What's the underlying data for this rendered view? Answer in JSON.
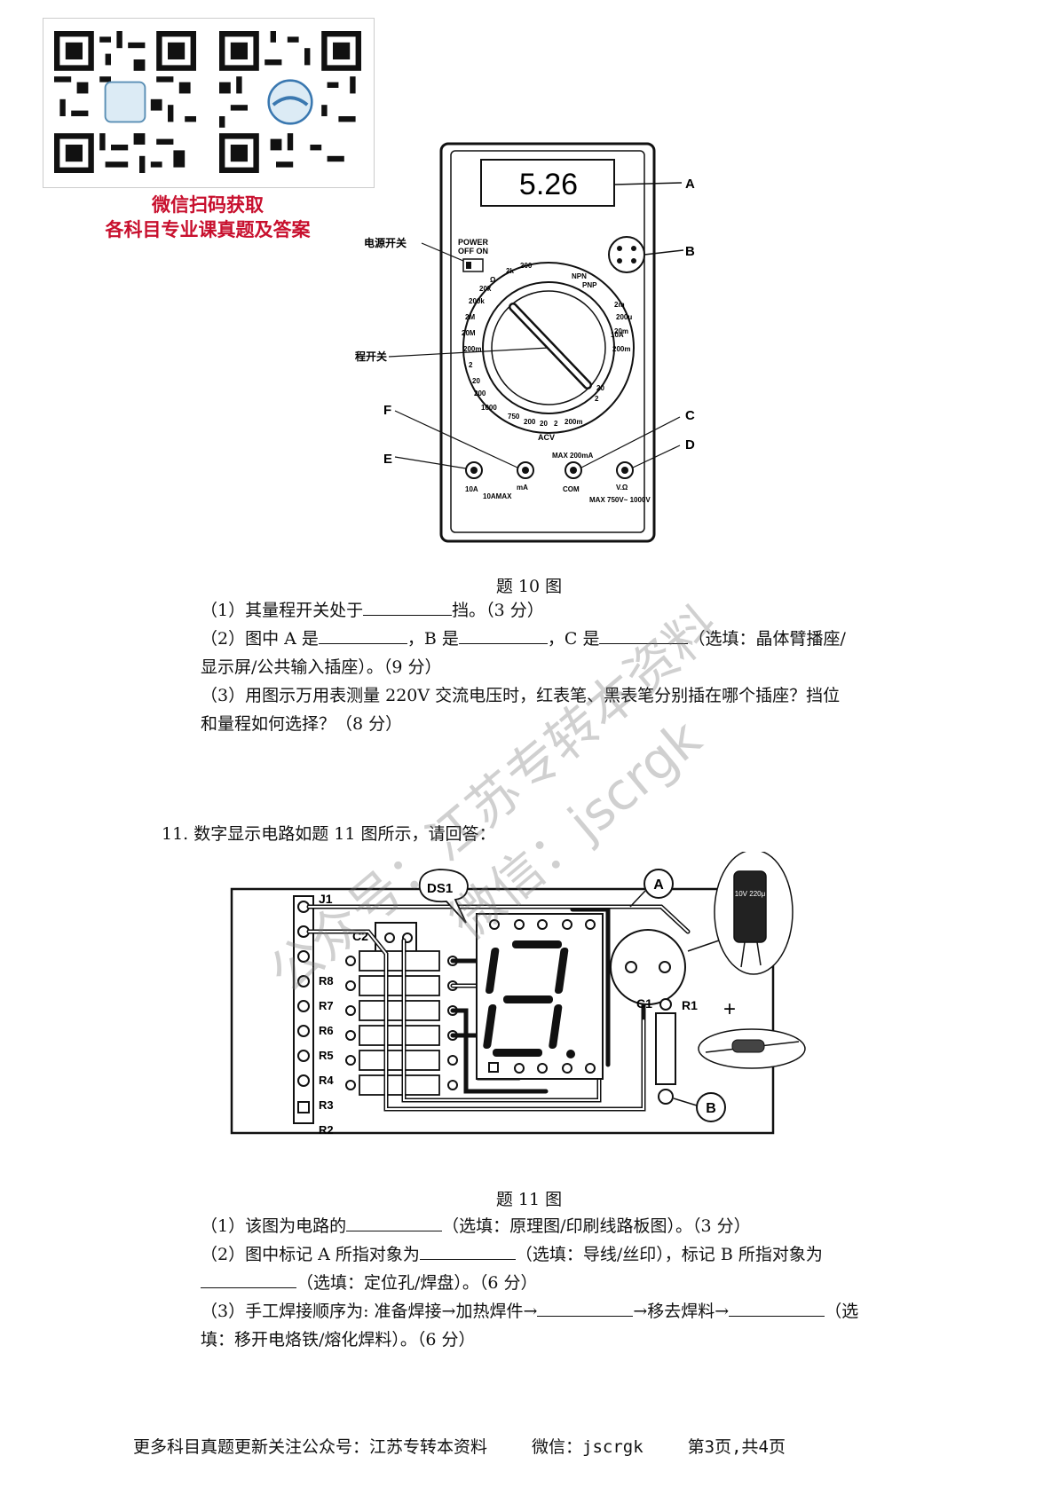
{
  "promo": {
    "line1": "微信扫码获取",
    "line2": "各科目专业课真题及答案"
  },
  "fig10": {
    "display": "5.26",
    "power": "POWER",
    "offon": "OFF ON",
    "label_power": "电源开关",
    "label_range": "量程开关",
    "callouts": [
      "A",
      "B",
      "C",
      "D",
      "E",
      "F"
    ],
    "jacks": [
      "10A",
      "mA",
      "COM",
      "V.Ω"
    ],
    "jack_notes": [
      "10AMAX",
      "MAX 200mA",
      "MAX 750V~ 1000V"
    ],
    "acv": "ACV",
    "dial_labels": [
      "Ω",
      "2k",
      "200",
      "20k",
      "200k",
      "2M",
      "20M",
      "200m",
      "2",
      "20",
      "200",
      "1000",
      "750",
      "200",
      "20",
      "2",
      "200m",
      "20m",
      "200m",
      "10A",
      "2",
      "20",
      "200μ",
      "2m",
      "NPN",
      "PNP"
    ],
    "caption": "题 10 图"
  },
  "q10": {
    "p1a": "（1）其量程开关处于",
    "p1b": "挡。（3 分）",
    "p2a": "（2）图中 A 是",
    "p2b": "，B 是",
    "p2c": "，C 是",
    "p2d": "（选填：晶体臂播座/",
    "p2e": "显示屏/公共输入插座）。（9 分）",
    "p3a": "（3）用图示万用表测量 220V 交流电压时，红表笔、黑表笔分别插在哪个插座？挡位",
    "p3b": "和量程如何选择？（8 分）"
  },
  "q11": {
    "intro": "11.  数字显示电路如题 11 图所示，请回答：",
    "labels": {
      "j1": "J1",
      "c2": "C2",
      "ds1": "DS1",
      "a": "A",
      "b": "B",
      "c1": "C1",
      "r1": "R1",
      "plus": "+"
    },
    "resistors": [
      "R8",
      "R7",
      "R6",
      "R5",
      "R4",
      "R3",
      "R2"
    ],
    "cap_text": "10V 220μ",
    "caption": "题 11 图",
    "p1a": "（1）该图为电路的",
    "p1b": "（选填：原理图/印刷线路板图）。（3 分）",
    "p2a": "（2）图中标记 A 所指对象为",
    "p2b": "（选填：导线/丝印），标记 B 所指对象为",
    "p2c": "（选填：定位孔/焊盘）。（6 分）",
    "p3a": "（3）手工焊接顺序为: 准备焊接→加热焊件→",
    "p3b": "→移去焊料→",
    "p3c": "（选",
    "p3d": "填：移开电烙铁/熔化焊料）。（6 分）"
  },
  "watermark": {
    "text1": "公众号：江苏专转本资料",
    "text2": "微信：jscrgk"
  },
  "footer": {
    "left": "更多科目真题更新关注公众号：江苏专转本资料",
    "wechat": "微信：jscrgk",
    "page": "第3页,共4页"
  }
}
